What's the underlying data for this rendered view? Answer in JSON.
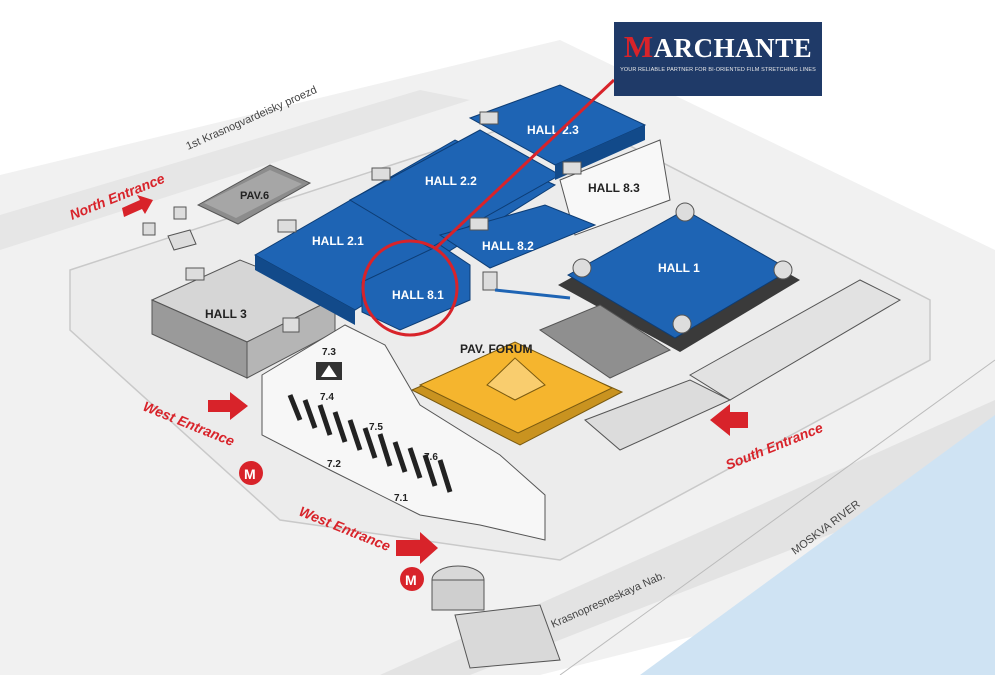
{
  "logo": {
    "first_letter": "M",
    "rest": "ARCHANTE",
    "tagline": "YOUR RELIABLE PARTNER FOR BI-ORIENTED FILM STRETCHING LINES"
  },
  "roads": {
    "north": "1st Krasnogvardeisky proezd",
    "embankment": "Krasnopresneskaya Nab.",
    "river": "MOSKVA RIVER"
  },
  "entrances": {
    "north": "North Entrance",
    "west_upper": "West Entrance",
    "west_lower": "West Entrance",
    "south": "South Entrance"
  },
  "metro": {
    "symbol": "M"
  },
  "halls": {
    "pav6": "PAV.6",
    "hall_2_3": "HALL 2.3",
    "hall_2_2": "HALL 2.2",
    "hall_8_3": "HALL 8.3",
    "hall_2_1": "HALL 2.1",
    "hall_8_2": "HALL 8.2",
    "hall_1": "HALL 1",
    "hall_3": "HALL 3",
    "hall_8_1": "HALL 8.1",
    "pav_forum": "PAV. FORUM",
    "p7_3": "7.3",
    "p7_4": "7.4",
    "p7_5": "7.5",
    "p7_6": "7.6",
    "p7_2": "7.2",
    "p7_1": "7.1"
  },
  "colors": {
    "hall_blue": "#1e64b4",
    "forum_yellow": "#f5b52e",
    "accent_red": "#d8232a",
    "river": "#cfe3f3",
    "logo_bg": "#1f3a68"
  },
  "highlight": {
    "hall": "HALL 8.1",
    "marker": "red-circle"
  }
}
